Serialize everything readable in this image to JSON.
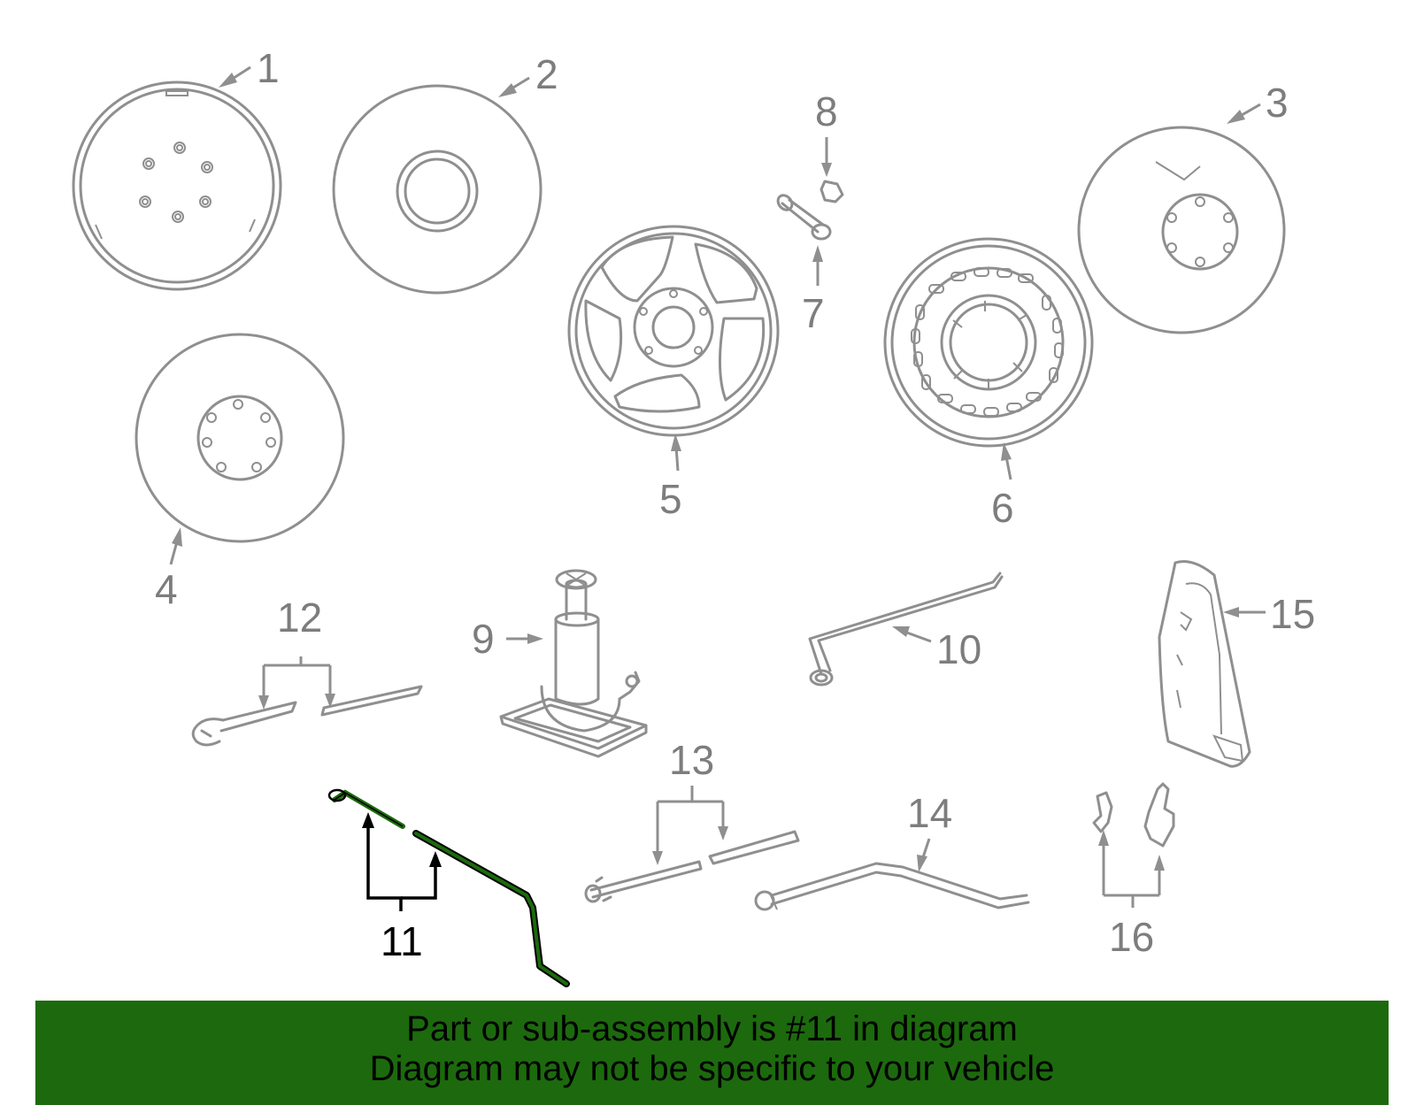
{
  "callouts": {
    "c1": "1",
    "c2": "2",
    "c3": "3",
    "c4": "4",
    "c5": "5",
    "c6": "6",
    "c7": "7",
    "c8": "8",
    "c9": "9",
    "c10": "10",
    "c11": "11",
    "c12": "12",
    "c13": "13",
    "c14": "14",
    "c15": "15",
    "c16": "16"
  },
  "highlight": {
    "part": "11",
    "color": "#1c6a0d"
  },
  "banner": {
    "line1": "Part or sub-assembly is #11 in diagram",
    "line2": "Diagram may not be specific to your vehicle",
    "background": "#1c6a0d"
  },
  "colors": {
    "part_stroke": "#8f8f8f",
    "label_gray": "#7d7d7d",
    "highlight_stroke": "#000000"
  }
}
